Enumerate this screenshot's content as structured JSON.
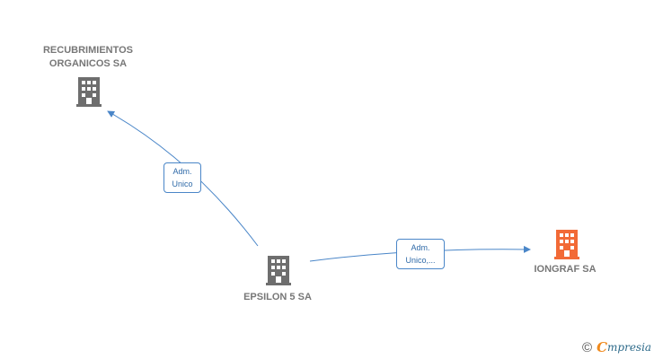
{
  "colors": {
    "node": "#6e6e6e",
    "focus_node": "#f26a36",
    "edge": "#4a86c8"
  },
  "nodes": {
    "recubrimientos": {
      "label": "RECUBRIMIENTOS\nORGANICOS SA",
      "icon": "building-icon"
    },
    "epsilon": {
      "label": "EPSILON 5 SA",
      "icon": "building-icon"
    },
    "iongraf": {
      "label": "IONGRAF SA",
      "icon": "building-icon"
    }
  },
  "edges": {
    "epsilon_to_recubrimientos": {
      "label": "Adm.\nUnico"
    },
    "epsilon_to_iongraf": {
      "label": "Adm.\nUnico,..."
    }
  },
  "brand": {
    "copyright_symbol": "©",
    "initial": "C",
    "rest": "mpresia"
  }
}
